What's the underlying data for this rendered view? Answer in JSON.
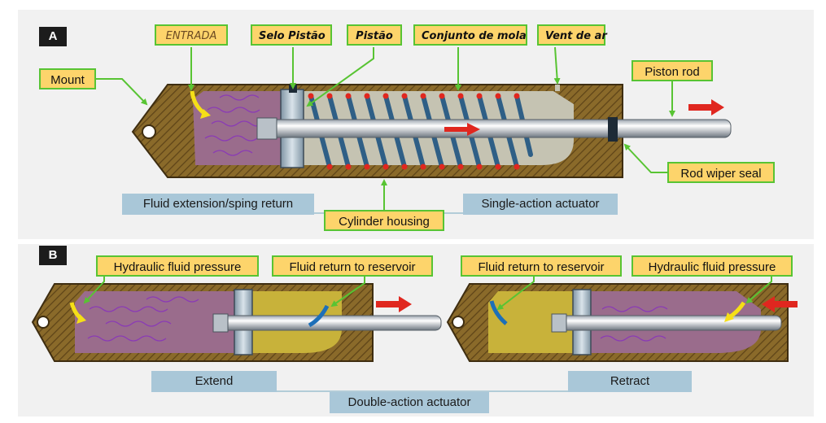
{
  "panel_a": {
    "badge": "A",
    "labels": {
      "entrada": "ENTRADA",
      "selo_pistao": "Selo Pistão",
      "pistao": "Pistão",
      "conjunto_mola": "Conjunto de mola",
      "vent_ar": "Vent de ar",
      "mount": "Mount",
      "piston_rod": "Piston rod",
      "rod_wiper_seal": "Rod wiper seal",
      "cylinder_housing": "Cylinder housing"
    },
    "captions": {
      "fluid_extension": "Fluid extension/sping return",
      "single_action": "Single-action actuator"
    }
  },
  "panel_b": {
    "badge": "B",
    "labels": {
      "left_pressure": "Hydraulic fluid pressure",
      "left_return": "Fluid return to reservoir",
      "right_return": "Fluid return to reservoir",
      "right_pressure": "Hydraulic fluid pressure"
    },
    "captions": {
      "extend": "Extend",
      "retract": "Retract",
      "double_action": "Double-action actuator"
    }
  },
  "colors": {
    "housing": "#8a6a2a",
    "fluid_pressure": "#9a6c8c",
    "fluid_return": "#c8b23a",
    "label_fill": "#fdd46b",
    "label_border": "#58c433",
    "caption_fill": "#a9c7d8",
    "spring": "#2f5f86",
    "arrow_red": "#e0271f"
  }
}
